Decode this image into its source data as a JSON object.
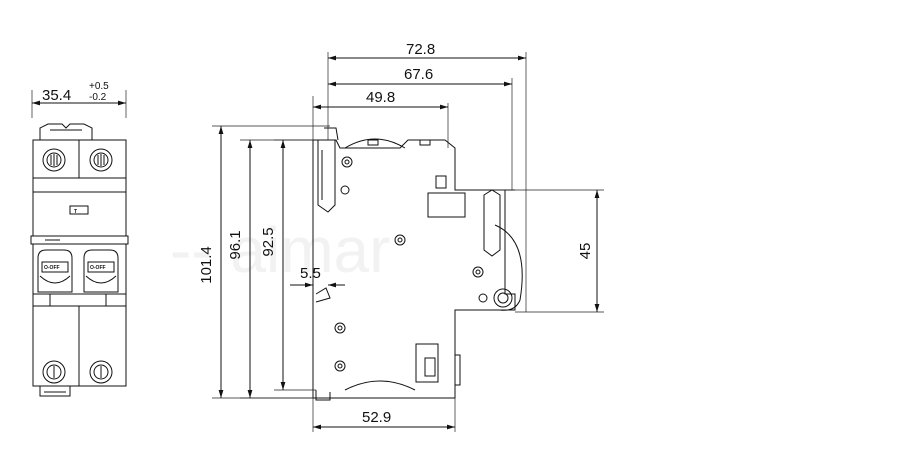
{
  "front_view": {
    "width_label": "35.4",
    "tolerance_plus": "+0.5",
    "tolerance_minus": "-0.2",
    "lever_label_left": "O-OFF",
    "lever_label_right": "O-OFF"
  },
  "side_view": {
    "dims": {
      "overall_depth": "72.8",
      "depth_to_lever": "67.6",
      "depth_to_step": "49.8",
      "overall_height": "101.4",
      "height_inner": "96.1",
      "height_rail": "92.5",
      "clip_offset": "5.5",
      "front_height": "45",
      "base_depth": "52.9"
    }
  }
}
